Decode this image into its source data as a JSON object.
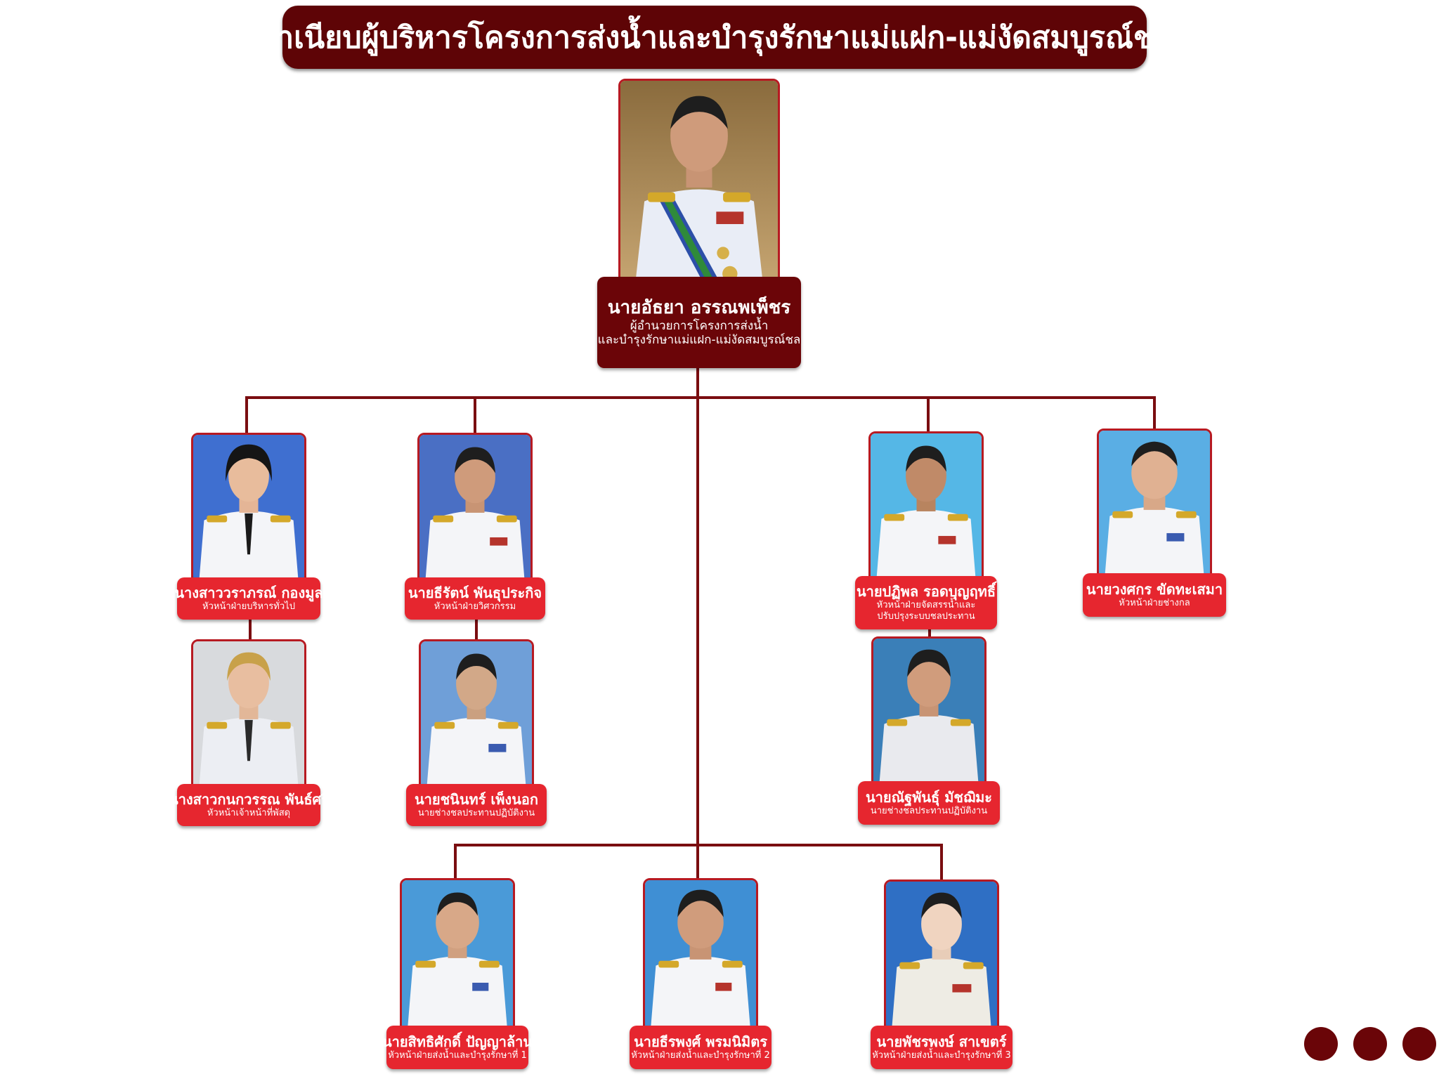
{
  "title": "ทำเนียบผู้บริหารโครงการส่งน้ำและบำรุงรักษาแม่แฝก-แม่งัดสมบูรณ์ชล",
  "director": {
    "name": "นายอัธยา อรรณพเพ็ชร",
    "position_line1": "ผู้อำนวยการโครงการส่งน้ำ",
    "position_line2": "และบำรุงรักษาแม่แฝก-แม่งัดสมบูรณ์ชล"
  },
  "staff": [
    {
      "name": "นางสาววราภรณ์ กองมูล",
      "position_line1": "หัวหน้าฝ่ายบริหารทั่วไป",
      "position_line2": ""
    },
    {
      "name": "นายธีรัตน์ พันธุประกิจ",
      "position_line1": "หัวหน้าฝ่ายวิศวกรรม",
      "position_line2": ""
    },
    {
      "name": "นายปฏิพล รอดบุญฤทธิ์",
      "position_line1": "หัวหน้าฝ่ายจัดสรรน้ำและ",
      "position_line2": "ปรับปรุงระบบชลประทาน"
    },
    {
      "name": "นายวงศกร ขัดทะเสมา",
      "position_line1": "หัวหน้าฝ่ายช่างกล",
      "position_line2": ""
    },
    {
      "name": "นางสาวกนกวรรณ พันธ์ศรี",
      "position_line1": "หัวหน้าเจ้าหน้าที่พัสดุ",
      "position_line2": ""
    },
    {
      "name": "นายชนินทร์ เพ็งนอก",
      "position_line1": "นายช่างชลประทานปฏิบัติงาน",
      "position_line2": ""
    },
    {
      "name": "นายณัฐพันธุ์ มัชฌิมะ",
      "position_line1": "นายช่างชลประทานปฏิบัติงาน",
      "position_line2": ""
    },
    {
      "name": "นายสิทธิศักดิ์ ปัญญาล้าน",
      "position_line1": "หัวหน้าฝ่ายส่งน้ำและบำรุงรักษาที่ 1",
      "position_line2": ""
    },
    {
      "name": "นายธีรพงศ์ พรมนิมิตร",
      "position_line1": "หัวหน้าฝ่ายส่งน้ำและบำรุงรักษาที่ 2",
      "position_line2": ""
    },
    {
      "name": "นายพัชรพงษ์ สาเขตร์",
      "position_line1": "หัวหน้าฝ่ายส่งน้ำและบำรุงรักษาที่ 3",
      "position_line2": ""
    }
  ],
  "colors": {
    "banner": "#5e0406",
    "director_label": "#6b0508",
    "staff_label": "#e6262f",
    "connector": "#7a0d10",
    "pager_dot": "#6a0508"
  },
  "icons": [
    "portrait-photo-icon"
  ]
}
